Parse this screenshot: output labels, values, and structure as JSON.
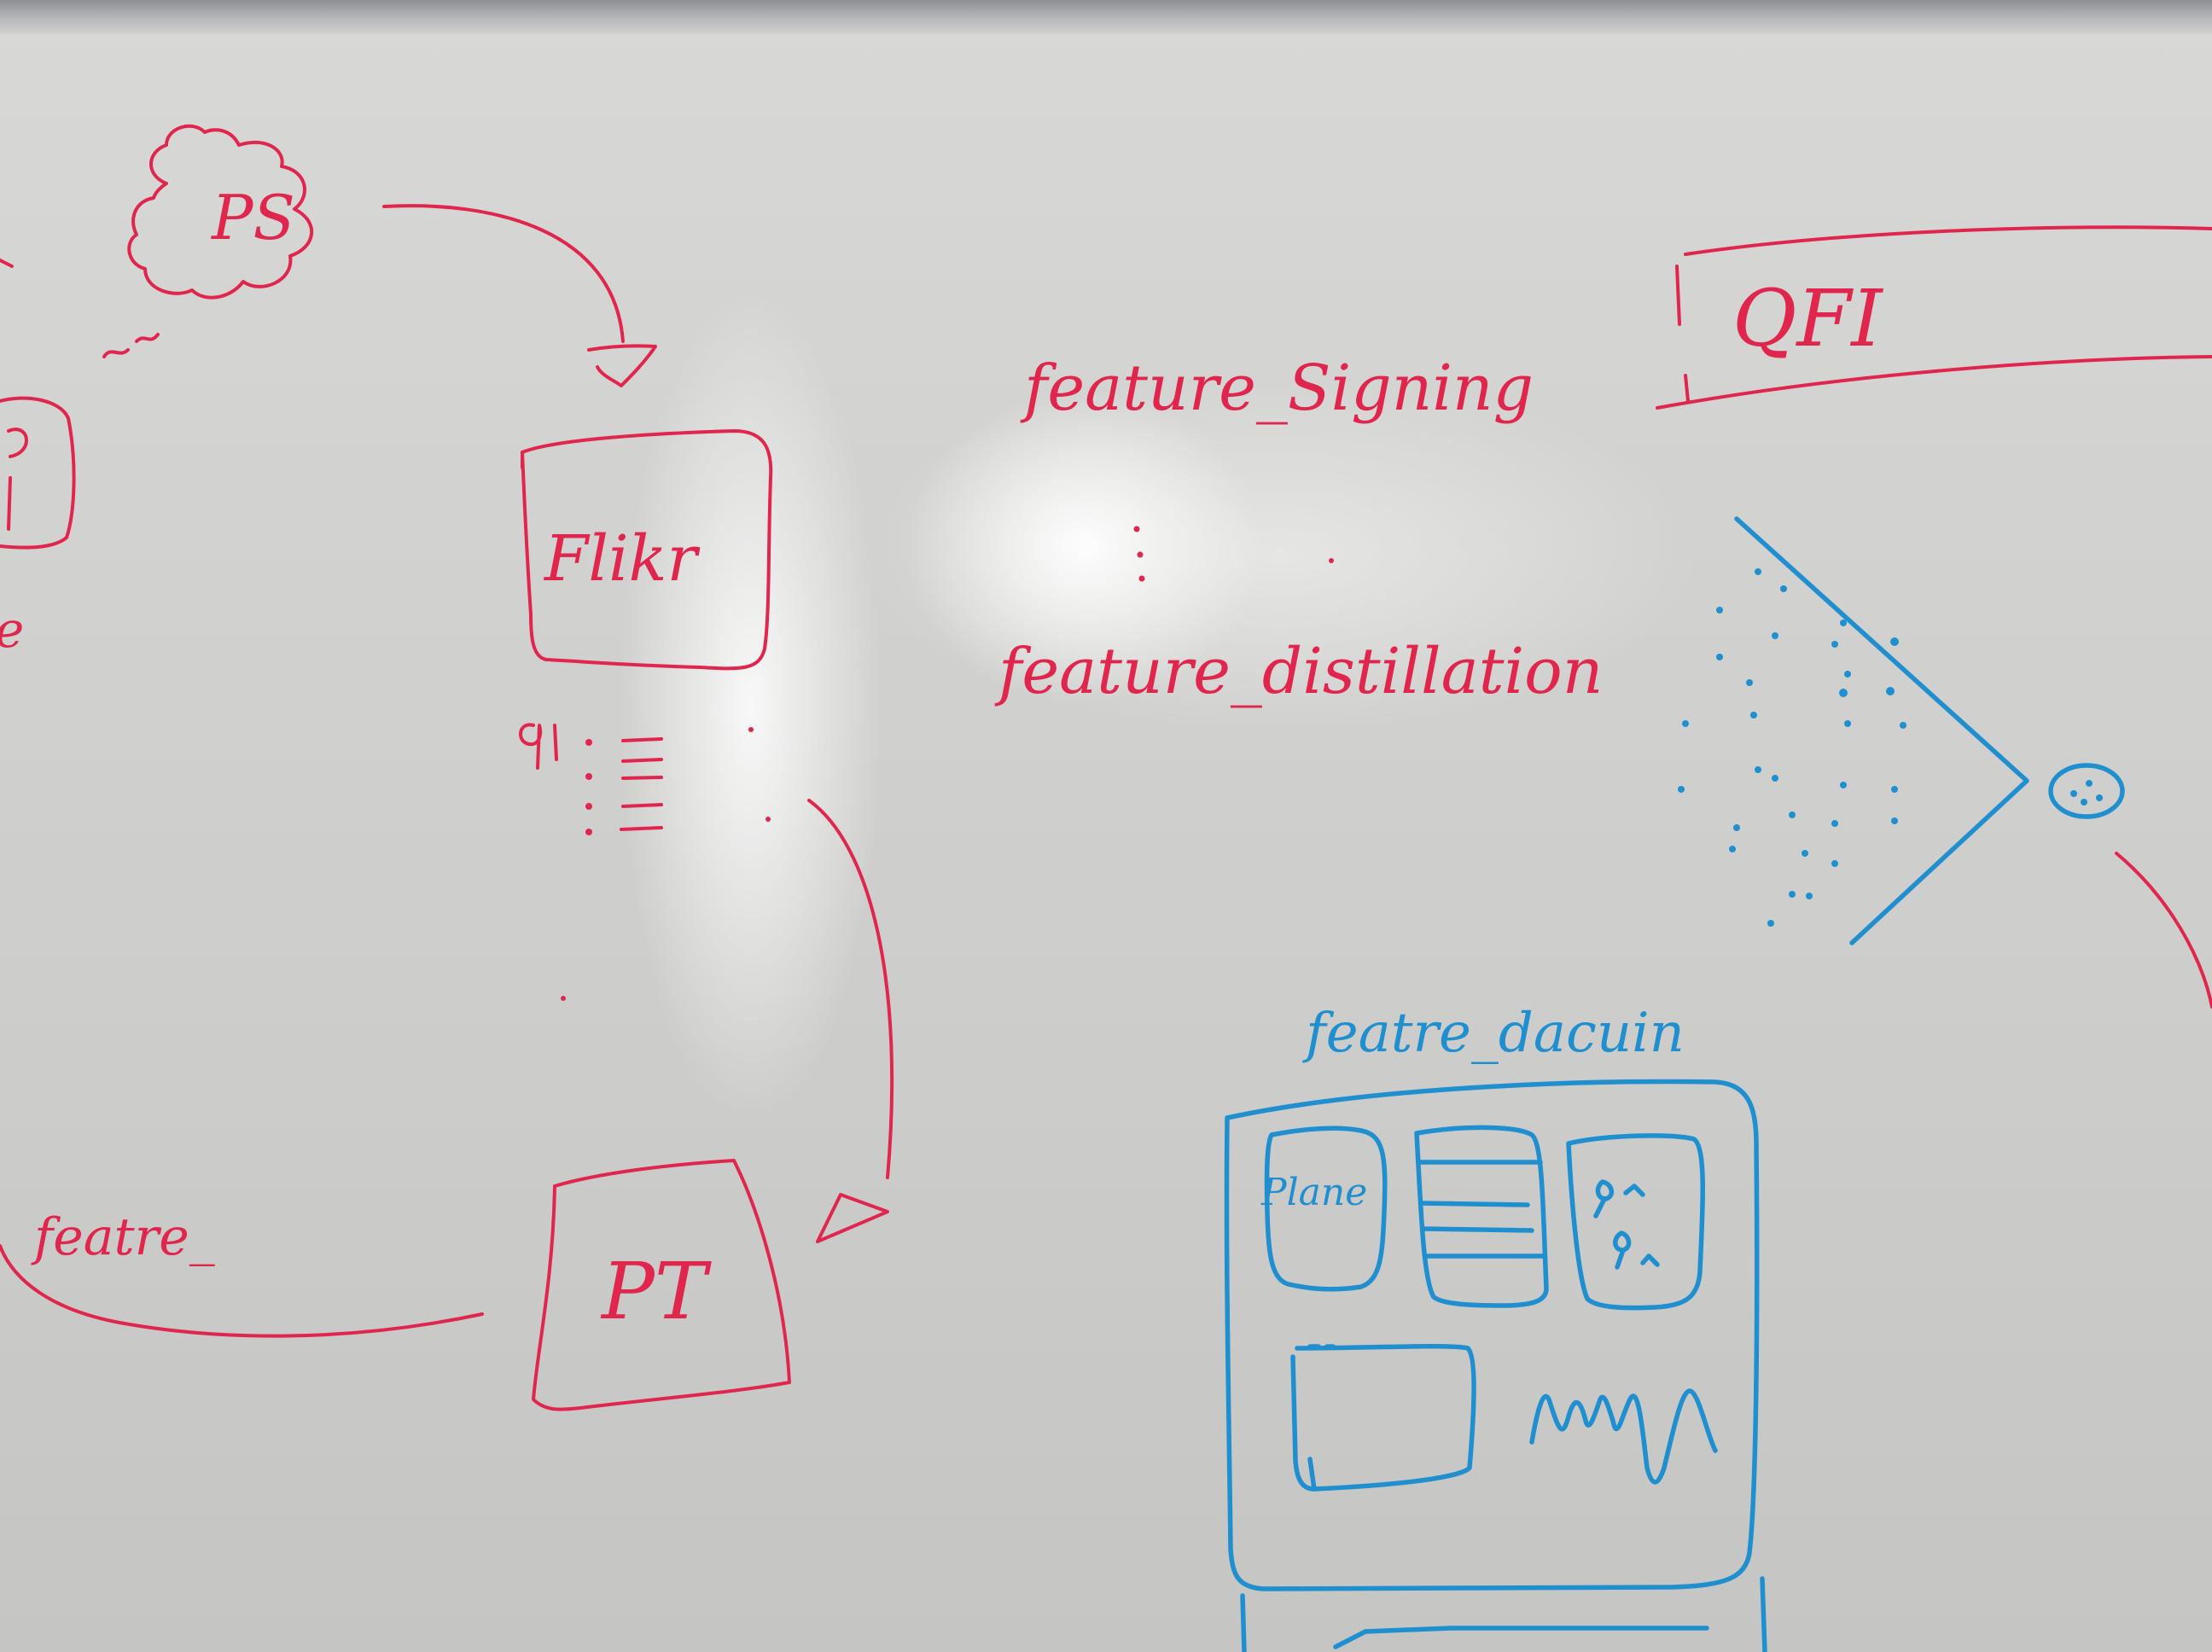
{
  "whiteboard": {
    "labels": {
      "ps": "PS",
      "flickr": "Flikr",
      "pt": "PT",
      "qfi": "QFI",
      "feature_signing": "feature_Signing",
      "feature_distillation": "feature_distillation",
      "feature_dashboard": "featre_dacuin",
      "feature_left": "featre_",
      "tile_label": "Plane",
      "left_cut_letter": "e"
    },
    "colors": {
      "red_marker": "#e0264c",
      "blue_marker": "#1f8fcf",
      "board": "#d2d2d0"
    }
  }
}
